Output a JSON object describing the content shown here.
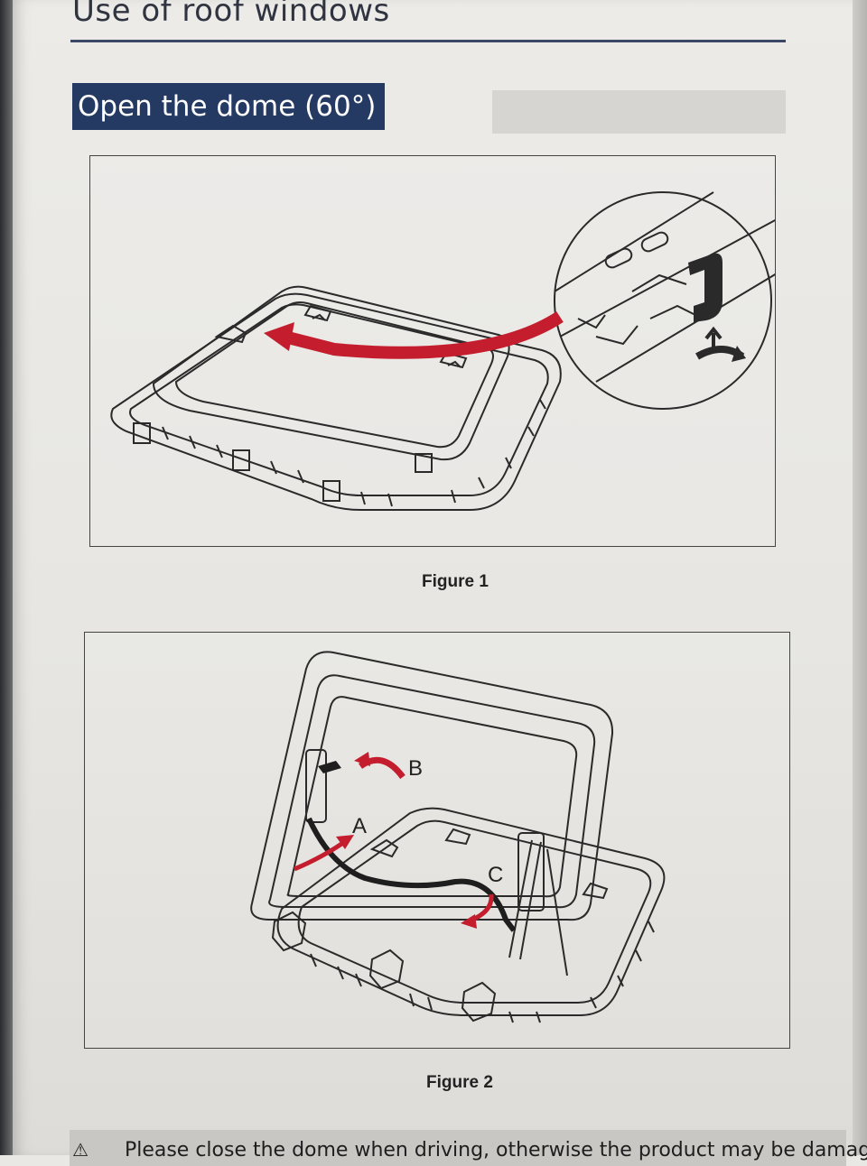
{
  "header": {
    "section_title": "Use of roof windows",
    "subheading": "Open the dome (60°)"
  },
  "figures": [
    {
      "caption": "Figure 1"
    },
    {
      "caption": "Figure 2",
      "labels": [
        "A",
        "B",
        "C"
      ]
    }
  ],
  "warning": {
    "icon": "warning-triangle-icon",
    "text": "Please close the dome when driving, otherwise the product may be damaged"
  },
  "colors": {
    "header_band": "#243a63",
    "arrow_red": "#c41e2e"
  }
}
